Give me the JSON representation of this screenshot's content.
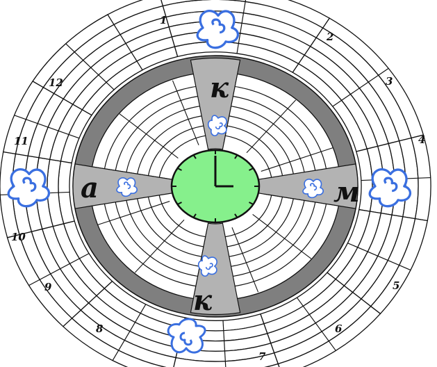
{
  "colors": {
    "background": "#ffffff",
    "line": "#111111",
    "dark_ring": "#7f7f7f",
    "light_band": "#b3b3b3",
    "clock_face": "#86f08c",
    "cloud_fill": "#ffffff",
    "cloud_stroke": "#3a6fe0"
  },
  "sector_numbers": [
    "1",
    "2",
    "3",
    "4",
    "5",
    "6",
    "7",
    "8",
    "9",
    "10",
    "11",
    "12"
  ],
  "letters": {
    "top": "к",
    "right": "м",
    "bottom": "к",
    "left": "а"
  },
  "center_icon": "clock-icon",
  "ornament_icon": "cloud-icon"
}
